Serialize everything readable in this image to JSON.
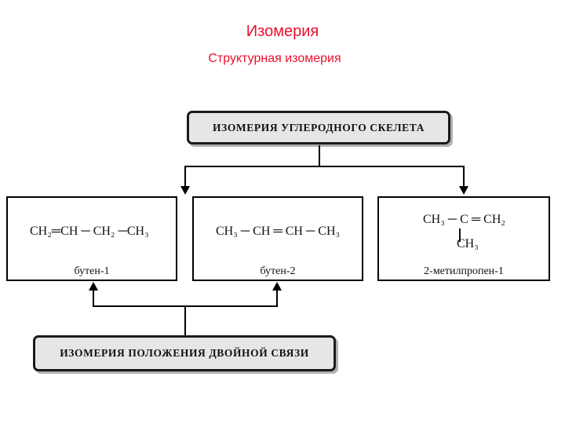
{
  "title": "Изомерия",
  "subtitle": "Структурная изомерия",
  "top_box": {
    "label": "ИЗОМЕРИЯ УГЛЕРОДНОГО СКЕЛЕТА"
  },
  "bottom_box": {
    "label": "ИЗОМЕРИЯ ПОЛОЖЕНИЯ ДВОЙНОЙ СВЯЗИ"
  },
  "isomers": [
    {
      "formula": "CH₂═CH ─ CH₂ ─CH₃",
      "name": "бутен-1"
    },
    {
      "formula": "CH₃ ─ CH ═ CH ─ CH₃",
      "name": "бутен-2"
    },
    {
      "formula_main": "CH₃ ─ C ═ CH₂",
      "formula_branch": "CH₃",
      "name": "2-метилпропен-1"
    }
  ],
  "colors": {
    "title": "#e8102c",
    "header_fill": "#e6e6e6",
    "line": "#000000"
  }
}
